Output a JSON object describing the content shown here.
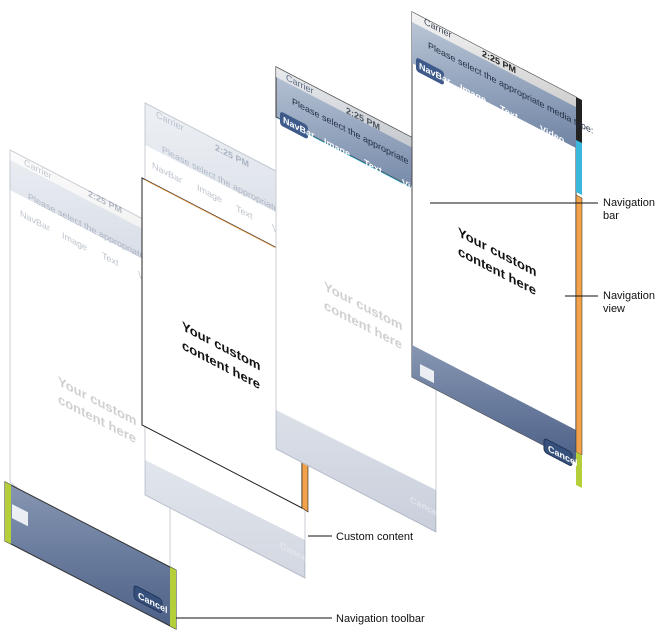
{
  "screen": {
    "carrier": "Carrier",
    "time": "2:25 PM",
    "prompt": "Please select the appropriate media type:",
    "segments": [
      "NavBar",
      "Image",
      "Text",
      "Video"
    ],
    "content": [
      "Your custom",
      "content here"
    ],
    "cancel": "Cancel"
  },
  "callouts": {
    "navigation_bar": [
      "Navigation",
      "bar"
    ],
    "navigation_view": [
      "Navigation",
      "view"
    ],
    "custom_content": "Custom content",
    "navigation_toolbar": "Navigation toolbar"
  },
  "colors": {
    "navbar_highlight": "#39b7dc",
    "content_highlight": "#f2a24b",
    "toolbar_highlight": "#b4cf3a",
    "view_edge": "#222222"
  }
}
